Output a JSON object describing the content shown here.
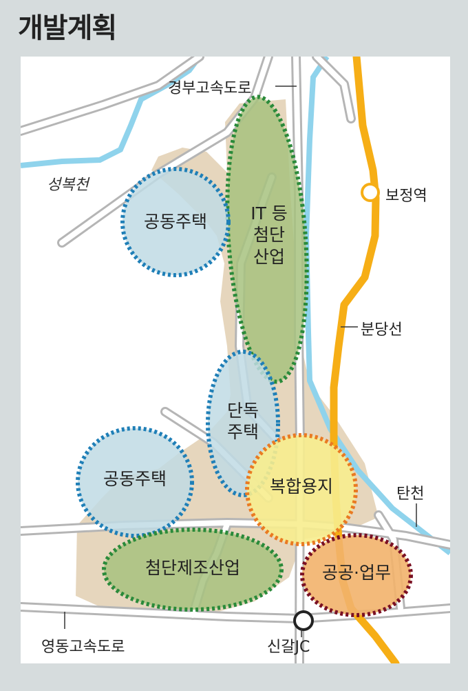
{
  "title": "개발계획",
  "labels": {
    "expressway_gyeongbu": "경부고속도로",
    "expressway_yeongdong": "영동고속도로",
    "stream_seongbok": "성복천",
    "stream_tancheon": "탄천",
    "station_bojeong": "보정역",
    "line_bundang": "분당선",
    "junction_singal": "신갈JC"
  },
  "zones": {
    "apartments_north": "공동주택",
    "it_industry": [
      "IT 등",
      "첨단",
      "산업"
    ],
    "detached_housing": [
      "단독",
      "주택"
    ],
    "apartments_south": "공동주택",
    "mixed_use": "복합용지",
    "advanced_manufacturing": "첨단제조산업",
    "public_business": "공공·업무"
  },
  "colors": {
    "background": "#d6dcdd",
    "map": "#ffffff",
    "development_area": "#e6d6bd",
    "road": "#b5b5b5",
    "stream": "#8fd3ec",
    "subway_line": "#f6ae16",
    "green_zone": "#a7c27f",
    "green_border": "#2a8a3a",
    "blue_zone": "#bfdbe4",
    "blue_border": "#1f7fb7",
    "yellow_zone": "#f7ed8e",
    "orange_border": "#e97a22",
    "orange_zone": "#f2b26c",
    "maroon_border": "#7a1023"
  }
}
